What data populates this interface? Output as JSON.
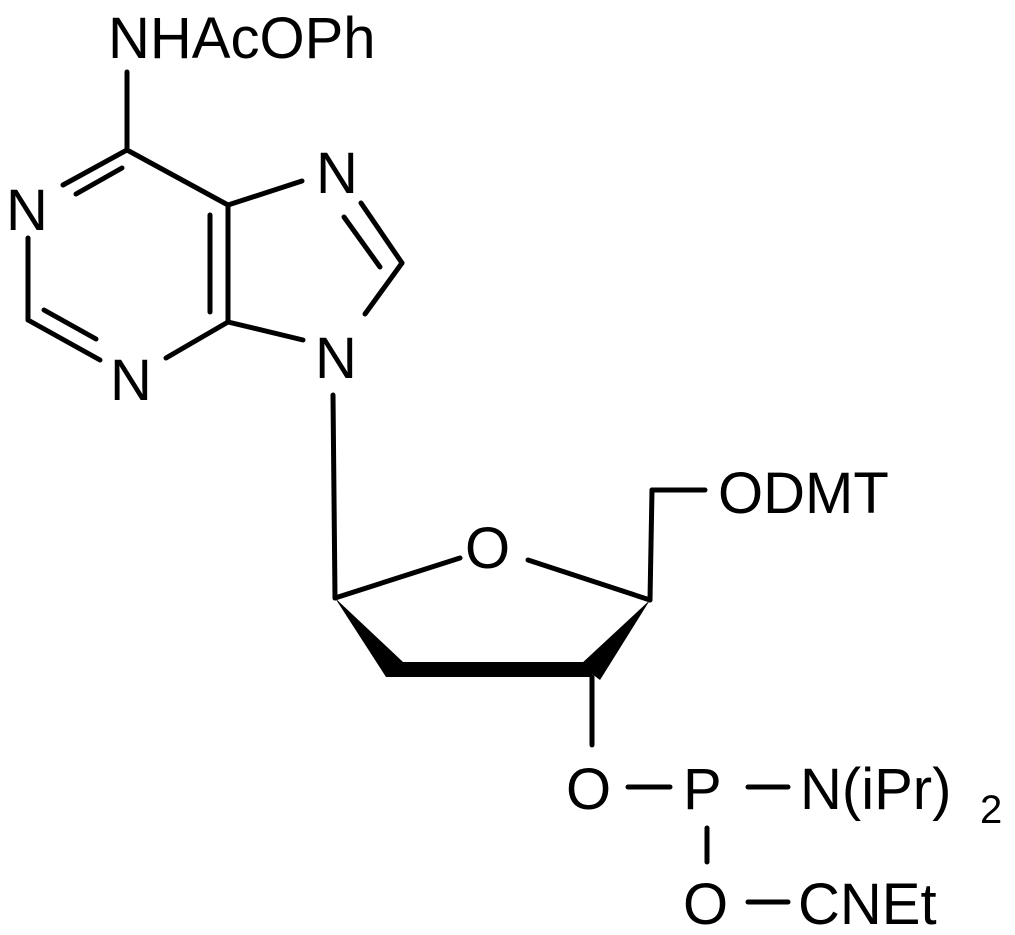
{
  "labels": {
    "n6_substituent": "NHAcOPh",
    "n1": "N",
    "n3": "N",
    "n7": "N",
    "n9": "N",
    "ring_oxygen": "O",
    "c5_prime": "ODMT",
    "o3_prime": "O",
    "phosphorus": "P",
    "amine": "N(iPr)",
    "amine_subscript": "2",
    "o_phosphite": "O",
    "cyanoethyl": "CNEt"
  },
  "colors": {
    "line": "#000000",
    "background": "#ffffff"
  }
}
